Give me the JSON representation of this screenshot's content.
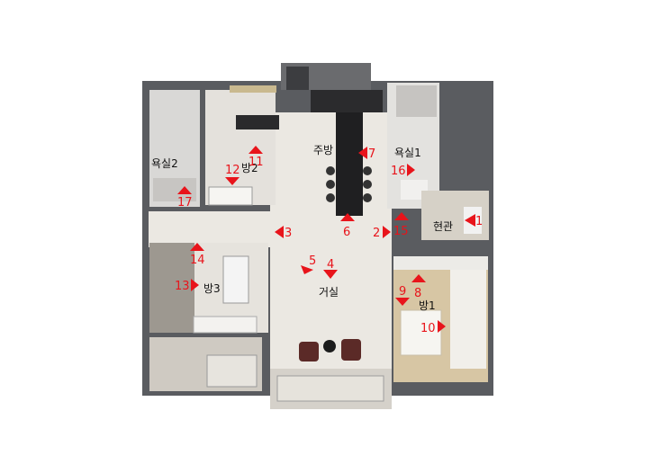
{
  "rooms": {
    "bathroom2": "욕실2",
    "room2": "방2",
    "kitchen": "주방",
    "bathroom1": "욕실1",
    "entrance": "현관",
    "room3": "방3",
    "living": "거실",
    "room1": "방1"
  },
  "markers": [
    {
      "id": "1",
      "label": "1",
      "dir": "left"
    },
    {
      "id": "2",
      "label": "2",
      "dir": "right"
    },
    {
      "id": "3",
      "label": "3",
      "dir": "left"
    },
    {
      "id": "4",
      "label": "4",
      "dir": "down"
    },
    {
      "id": "5",
      "label": "5",
      "dir": "down-right"
    },
    {
      "id": "6",
      "label": "6",
      "dir": "up"
    },
    {
      "id": "7",
      "label": "7",
      "dir": "left"
    },
    {
      "id": "8",
      "label": "8",
      "dir": "up"
    },
    {
      "id": "9",
      "label": "9",
      "dir": "down"
    },
    {
      "id": "10",
      "label": "10",
      "dir": "right"
    },
    {
      "id": "11",
      "label": "11",
      "dir": "up"
    },
    {
      "id": "12",
      "label": "12",
      "dir": "down"
    },
    {
      "id": "13",
      "label": "13",
      "dir": "right"
    },
    {
      "id": "14",
      "label": "14",
      "dir": "up"
    },
    {
      "id": "15",
      "label": "15",
      "dir": "up"
    },
    {
      "id": "16",
      "label": "16",
      "dir": "right"
    },
    {
      "id": "17",
      "label": "17",
      "dir": "up"
    }
  ],
  "colors": {
    "marker": "#e8141b",
    "wall": "#55575b",
    "floor": "#ece9e3",
    "wood": "#d8c7a6"
  }
}
